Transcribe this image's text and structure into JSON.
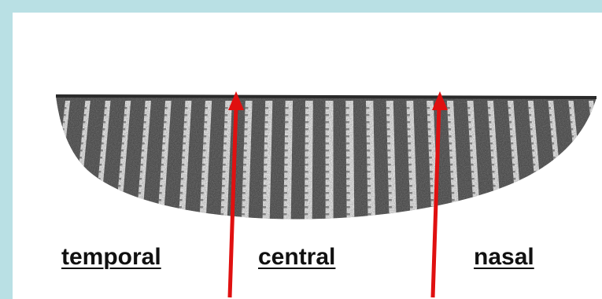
{
  "labels": {
    "temporal": "temporal",
    "central": "central",
    "nasal": "nasal"
  },
  "colors": {
    "frame": "#b9e0e4",
    "background": "#ffffff",
    "tissue": "#3a3a3a",
    "arrow": "#e01010",
    "text": "#111111"
  },
  "icons": [
    "retina-cross-section-drawing",
    "arrow-up-icon"
  ]
}
